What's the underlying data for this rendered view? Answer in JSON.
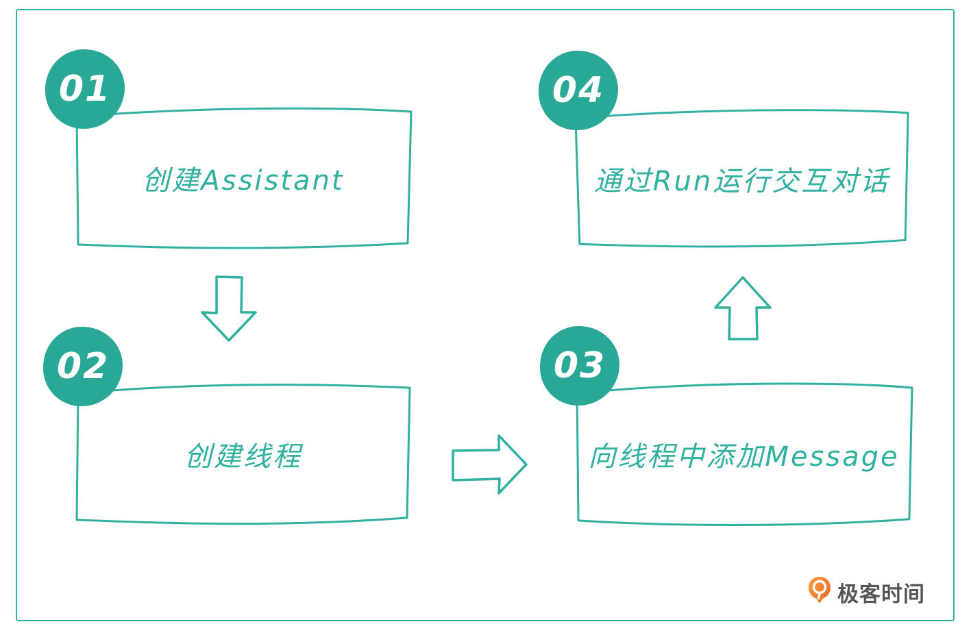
{
  "diagram": {
    "title_hint": "Assistant workflow diagram",
    "colors": {
      "accent": "#30b09e",
      "badge": "#2aa897"
    },
    "steps": [
      {
        "number": "01",
        "label": "创建Assistant"
      },
      {
        "number": "02",
        "label": "创建线程"
      },
      {
        "number": "03",
        "label": "向线程中添加Message"
      },
      {
        "number": "04",
        "label": "通过Run运行交互对话"
      }
    ],
    "arrows": [
      {
        "from": "01",
        "to": "02",
        "direction": "down"
      },
      {
        "from": "02",
        "to": "03",
        "direction": "right"
      },
      {
        "from": "03",
        "to": "04",
        "direction": "up"
      }
    ]
  },
  "branding": {
    "logo_text": "极客时间",
    "logo_icon": "geektime-q-pin-icon",
    "icon_color": "#f08032",
    "text_color": "#55565a"
  }
}
